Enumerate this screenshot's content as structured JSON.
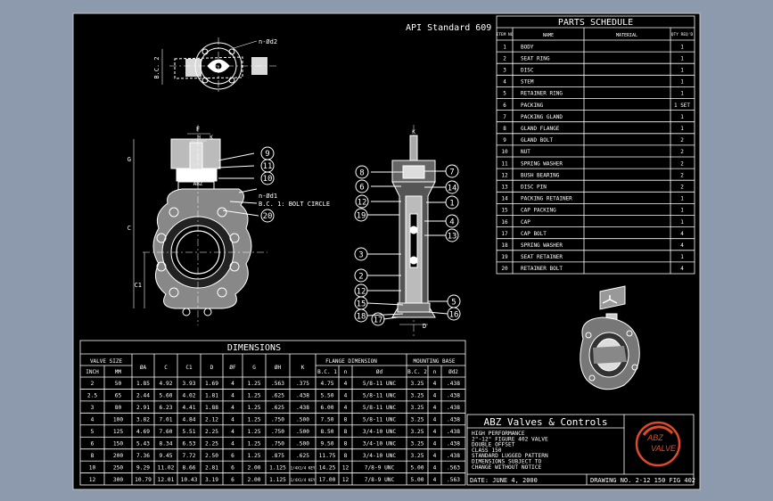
{
  "header": {
    "standard": "API Standard 609"
  },
  "parts": {
    "title": "PARTS SCHEDULE",
    "col_item": "ITEM NO",
    "col_name": "NAME",
    "col_material": "MATERIAL",
    "col_qty": "QTY REQ'D",
    "rows": [
      {
        "no": "1",
        "name": "BODY",
        "mat": "",
        "qty": "1"
      },
      {
        "no": "2",
        "name": "SEAT RING",
        "mat": "",
        "qty": "1"
      },
      {
        "no": "3",
        "name": "DISC",
        "mat": "",
        "qty": "1"
      },
      {
        "no": "4",
        "name": "STEM",
        "mat": "",
        "qty": "1"
      },
      {
        "no": "5",
        "name": "RETAINER RING",
        "mat": "",
        "qty": "1"
      },
      {
        "no": "6",
        "name": "PACKING",
        "mat": "",
        "qty": "1 SET"
      },
      {
        "no": "7",
        "name": "PACKING GLAND",
        "mat": "",
        "qty": "1"
      },
      {
        "no": "8",
        "name": "GLAND FLANGE",
        "mat": "",
        "qty": "1"
      },
      {
        "no": "9",
        "name": "GLAND BOLT",
        "mat": "",
        "qty": "2"
      },
      {
        "no": "10",
        "name": "NUT",
        "mat": "",
        "qty": "2"
      },
      {
        "no": "11",
        "name": "SPRING WASHER",
        "mat": "",
        "qty": "2"
      },
      {
        "no": "12",
        "name": "BUSH BEARING",
        "mat": "",
        "qty": "2"
      },
      {
        "no": "13",
        "name": "DISC PIN",
        "mat": "",
        "qty": "2"
      },
      {
        "no": "14",
        "name": "PACKING RETAINER",
        "mat": "",
        "qty": "1"
      },
      {
        "no": "15",
        "name": "CAP PACKING",
        "mat": "",
        "qty": "1"
      },
      {
        "no": "16",
        "name": "CAP",
        "mat": "",
        "qty": "1"
      },
      {
        "no": "17",
        "name": "CAP BOLT",
        "mat": "",
        "qty": "4"
      },
      {
        "no": "18",
        "name": "SPRING WASHER",
        "mat": "",
        "qty": "4"
      },
      {
        "no": "19",
        "name": "SEAT RETAINER",
        "mat": "",
        "qty": "1"
      },
      {
        "no": "20",
        "name": "RETAINER BOLT",
        "mat": "",
        "qty": "4"
      }
    ]
  },
  "dims": {
    "title": "DIMENSIONS",
    "g_valve": "VALVE SIZE",
    "g_flange": "FLANGE DIMENSION",
    "g_mount": "MOUNTING BASE",
    "cols": [
      "INCH",
      "MM",
      "ØA",
      "C",
      "C1",
      "D",
      "ØF",
      "G",
      "ØH",
      "K",
      "B.C. 1",
      "n",
      "Ød",
      "B.C. 2",
      "n",
      "Ød2"
    ],
    "rows": [
      [
        "2",
        "50",
        "1.85",
        "4.92",
        "3.93",
        "1.69",
        "4",
        "1.25",
        ".563",
        ".375",
        "4.75",
        "4",
        "5/8-11 UNC",
        "3.25",
        "4",
        ".438"
      ],
      [
        "2.5",
        "65",
        "2.44",
        "5.60",
        "4.02",
        "1.81",
        "4",
        "1.25",
        ".625",
        ".438",
        "5.50",
        "4",
        "5/8-11 UNC",
        "3.25",
        "4",
        ".438"
      ],
      [
        "3",
        "80",
        "2.91",
        "6.23",
        "4.41",
        "1.88",
        "4",
        "1.25",
        ".625",
        ".438",
        "6.00",
        "4",
        "5/8-11 UNC",
        "3.25",
        "4",
        ".438"
      ],
      [
        "4",
        "100",
        "3.82",
        "7.01",
        "4.84",
        "2.12",
        "4",
        "1.25",
        ".750",
        ".500",
        "7.50",
        "8",
        "5/8-11 UNC",
        "3.25",
        "4",
        ".438"
      ],
      [
        "5",
        "125",
        "4.69",
        "7.60",
        "5.51",
        "2.25",
        "4",
        "1.25",
        ".750",
        ".500",
        "8.50",
        "8",
        "3/4-10 UNC",
        "3.25",
        "4",
        ".438"
      ],
      [
        "6",
        "150",
        "5.43",
        "8.34",
        "6.53",
        "2.25",
        "4",
        "1.25",
        ".750",
        ".500",
        "9.50",
        "8",
        "3/4-10 UNC",
        "3.25",
        "4",
        ".438"
      ],
      [
        "8",
        "200",
        "7.36",
        "9.45",
        "7.72",
        "2.50",
        "6",
        "1.25",
        ".875",
        ".625",
        "11.75",
        "8",
        "3/4-10 UNC",
        "3.25",
        "4",
        ".438"
      ],
      [
        "10",
        "250",
        "9.29",
        "11.02",
        "8.66",
        "2.81",
        "6",
        "2.00",
        "1.125",
        "1/4X1/4 KEY",
        "14.25",
        "12",
        "7/8-9 UNC",
        "5.00",
        "4",
        ".563"
      ],
      [
        "12",
        "300",
        "10.79",
        "12.01",
        "10.43",
        "3.19",
        "6",
        "2.00",
        "1.125",
        "1/4X1/4 KEY",
        "17.00",
        "12",
        "7/8-9 UNC",
        "5.00",
        "4",
        ".563"
      ]
    ]
  },
  "title_block": {
    "company": "ABZ Valves & Controls",
    "desc": [
      "HIGH PERFORMANCE",
      "2\"-12\" FIGURE 402 VALVE",
      "DOUBLE OFFSET",
      "CLASS 150",
      "STANDARD LUGGED PATTERN",
      "DIMENSIONS SUBJECT TO",
      "CHANGE WITHOUT NOTICE"
    ],
    "date": "DATE: JUNE 4, 2000",
    "drawing_no": "DRAWING NO. 2-12 150 FIG 402",
    "logo_top": "ABZ",
    "logo_bottom": "VALVE"
  },
  "view_labels": {
    "n_d2": "n-Ød2",
    "bc2": "B.C. 2",
    "n_d1": "n-Ød1",
    "bc1": "B.C. 1: BOLT CIRCLE",
    "g": "G",
    "c": "C",
    "c1": "C1",
    "f": "F",
    "h": "H",
    "k": "K",
    "d": "D",
    "nameplate": "ABZ",
    "left_callouts": [
      "9",
      "11",
      "10",
      "20"
    ],
    "side_left": [
      "8",
      "6",
      "12",
      "19",
      "3",
      "2",
      "12",
      "15",
      "18"
    ],
    "side_right": [
      "7",
      "14",
      "1",
      "4",
      "13",
      "5",
      "16",
      "17"
    ]
  },
  "colors": {
    "background": "#8d9aae",
    "canvas": "#000000",
    "line": "#ffffff"
  }
}
